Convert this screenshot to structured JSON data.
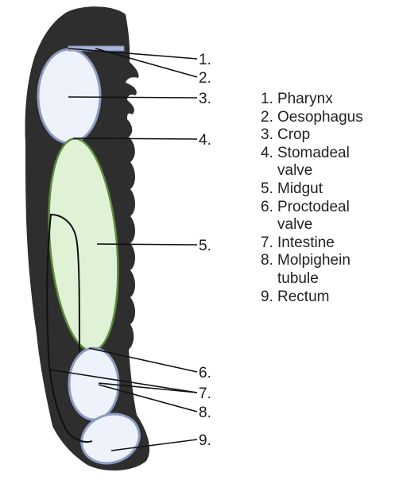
{
  "diagram": {
    "callouts": [
      "1.",
      "2.",
      "3.",
      "4.",
      "5.",
      "6.",
      "7.",
      "8.",
      "9."
    ],
    "legend": [
      {
        "num": "1.",
        "text": "Pharynx"
      },
      {
        "num": "2.",
        "text": "Oesophagus"
      },
      {
        "num": "3.",
        "text": "Crop"
      },
      {
        "num": "4.",
        "text": "Stomadeal valve"
      },
      {
        "num": "5.",
        "text": "Midgut"
      },
      {
        "num": "6.",
        "text": "Proctodeal valve"
      },
      {
        "num": "7.",
        "text": "Intestine"
      },
      {
        "num": "8.",
        "text": "Molpighein tubule"
      },
      {
        "num": "9.",
        "text": "Rectum"
      }
    ]
  },
  "colors": {
    "body_outline": "#2e2e2e",
    "chamber_fill": "#eef3fb",
    "chamber_stroke": "#8e9bc2",
    "midgut_fill": "#dff2d6",
    "midgut_stroke": "#5a8a3c",
    "pharynx_fill": "#a9b6d8",
    "leader_line": "#111111"
  }
}
